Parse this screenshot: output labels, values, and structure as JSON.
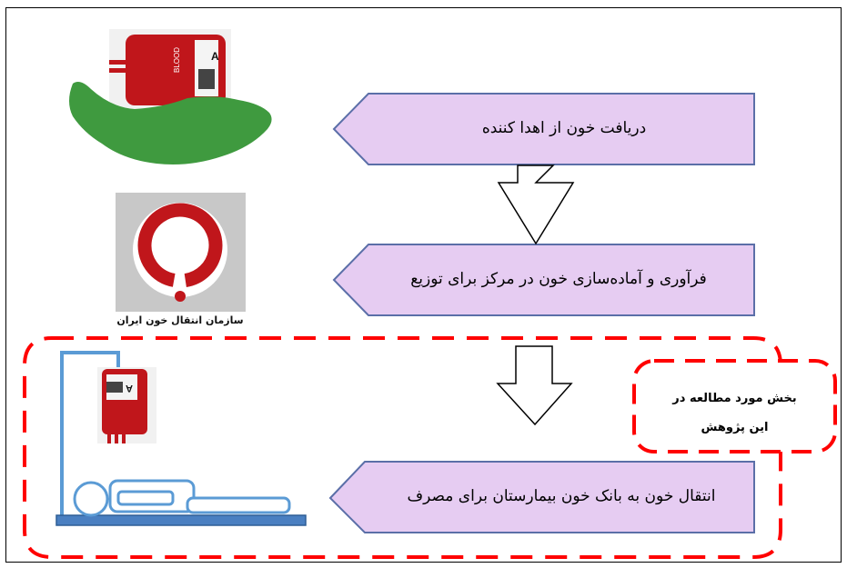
{
  "steps": [
    {
      "text": "دریافت خون از اهدا کننده"
    },
    {
      "text": "فرآوری و آماده‌سازی خون در مرکز  برای توزیع"
    },
    {
      "text": "انتقال خون به بانک خون بیمارستان برای مصرف"
    }
  ],
  "study_note": {
    "line1": "بخش مورد مطالعه در",
    "line2": "این پژوهش"
  },
  "org_logo": {
    "caption": "سازمان انتقال خون ایران"
  },
  "blood_bag": {
    "word": "BLOOD",
    "letter": "A"
  },
  "colors": {
    "step_fill": "#e6ccf2",
    "step_stroke": "#5b6fa8",
    "dash_red": "#ff0000",
    "blood_red": "#c0161b",
    "hand_green": "#3f9a3f",
    "bed_blue": "#5b9bd5"
  },
  "icons": [
    "hand-holding-blood-bag-icon",
    "blood-organization-logo-icon",
    "patient-transfusion-icon",
    "down-arrow-icon"
  ]
}
